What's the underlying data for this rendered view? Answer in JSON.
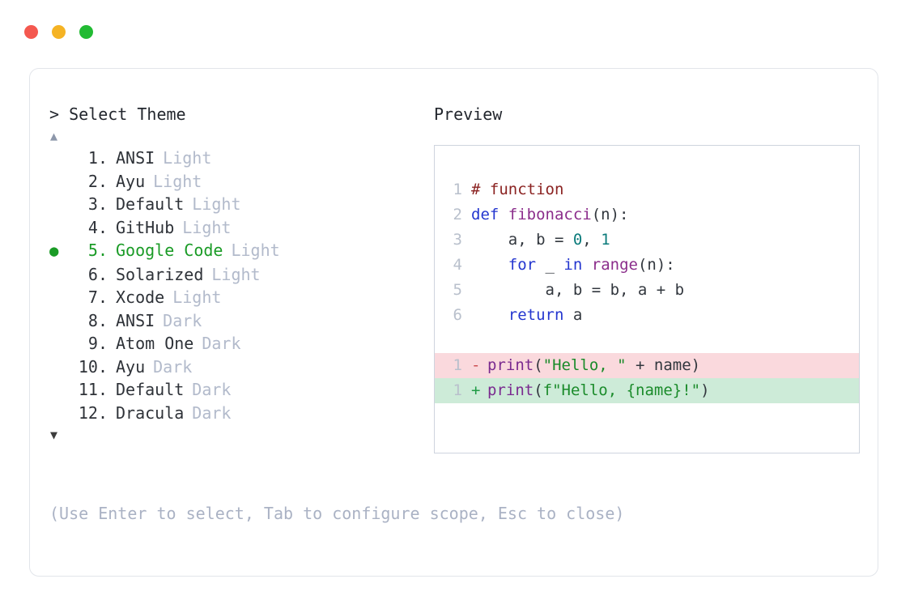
{
  "window": {
    "dots": [
      {
        "name": "close",
        "color": "#f4584f"
      },
      {
        "name": "minimize",
        "color": "#f5b324"
      },
      {
        "name": "maximize",
        "color": "#22bb33"
      }
    ]
  },
  "left": {
    "prompt": "> Select Theme",
    "scroll_up": "▲",
    "scroll_down": "▼",
    "selected_index": 5,
    "bullet_glyph": "●",
    "items": [
      {
        "index": "1.",
        "name": "ANSI",
        "variant": "Light",
        "selected": false
      },
      {
        "index": "2.",
        "name": "Ayu",
        "variant": "Light",
        "selected": false
      },
      {
        "index": "3.",
        "name": "Default",
        "variant": "Light",
        "selected": false
      },
      {
        "index": "4.",
        "name": "GitHub",
        "variant": "Light",
        "selected": false
      },
      {
        "index": "5.",
        "name": "Google Code",
        "variant": "Light",
        "selected": true
      },
      {
        "index": "6.",
        "name": "Solarized",
        "variant": "Light",
        "selected": false
      },
      {
        "index": "7.",
        "name": "Xcode",
        "variant": "Light",
        "selected": false
      },
      {
        "index": "8.",
        "name": "ANSI",
        "variant": "Dark",
        "selected": false
      },
      {
        "index": "9.",
        "name": "Atom One",
        "variant": "Dark",
        "selected": false
      },
      {
        "index": "10.",
        "name": "Ayu",
        "variant": "Dark",
        "selected": false
      },
      {
        "index": "11.",
        "name": "Default",
        "variant": "Dark",
        "selected": false
      },
      {
        "index": "12.",
        "name": "Dracula",
        "variant": "Dark",
        "selected": false
      }
    ],
    "help": "(Use Enter to select, Tab to configure scope, Esc to close)"
  },
  "right": {
    "title": "Preview",
    "code_lines": [
      {
        "ln": "1",
        "tokens": [
          {
            "t": "# function",
            "c": "comment"
          }
        ]
      },
      {
        "ln": "2",
        "tokens": [
          {
            "t": "def ",
            "c": "keyword"
          },
          {
            "t": "fibonacci",
            "c": "fn"
          },
          {
            "t": "(n):",
            "c": "punct"
          }
        ]
      },
      {
        "ln": "3",
        "tokens": [
          {
            "t": "    a, b = ",
            "c": "plain"
          },
          {
            "t": "0",
            "c": "num"
          },
          {
            "t": ", ",
            "c": "plain"
          },
          {
            "t": "1",
            "c": "num"
          }
        ]
      },
      {
        "ln": "4",
        "tokens": [
          {
            "t": "    ",
            "c": "plain"
          },
          {
            "t": "for",
            "c": "keyword"
          },
          {
            "t": " _ ",
            "c": "plain"
          },
          {
            "t": "in",
            "c": "keyword"
          },
          {
            "t": " ",
            "c": "plain"
          },
          {
            "t": "range",
            "c": "fn"
          },
          {
            "t": "(n):",
            "c": "punct"
          }
        ]
      },
      {
        "ln": "5",
        "tokens": [
          {
            "t": "        a, b = b, a + b",
            "c": "plain"
          }
        ]
      },
      {
        "ln": "6",
        "tokens": [
          {
            "t": "    ",
            "c": "plain"
          },
          {
            "t": "return",
            "c": "keyword"
          },
          {
            "t": " a",
            "c": "plain"
          }
        ]
      }
    ],
    "diff_lines": [
      {
        "ln": "1",
        "marker": "-",
        "kind": "del",
        "tokens": [
          {
            "t": "print",
            "c": "builtin"
          },
          {
            "t": "(",
            "c": "punct"
          },
          {
            "t": "\"Hello, \"",
            "c": "string"
          },
          {
            "t": " + name)",
            "c": "plain"
          }
        ]
      },
      {
        "ln": "1",
        "marker": "+",
        "kind": "add",
        "tokens": [
          {
            "t": "print",
            "c": "builtin"
          },
          {
            "t": "(",
            "c": "punct"
          },
          {
            "t": "f\"Hello, {name}!\"",
            "c": "string"
          },
          {
            "t": ")",
            "c": "punct"
          }
        ]
      }
    ]
  },
  "colors": {
    "accent_green": "#1a9b26",
    "muted": "#b2bacb",
    "diff_del_bg": "#fad9dd",
    "diff_add_bg": "#cdebd8",
    "card_border": "#e2e5ea",
    "panel_border": "#ced4de"
  }
}
